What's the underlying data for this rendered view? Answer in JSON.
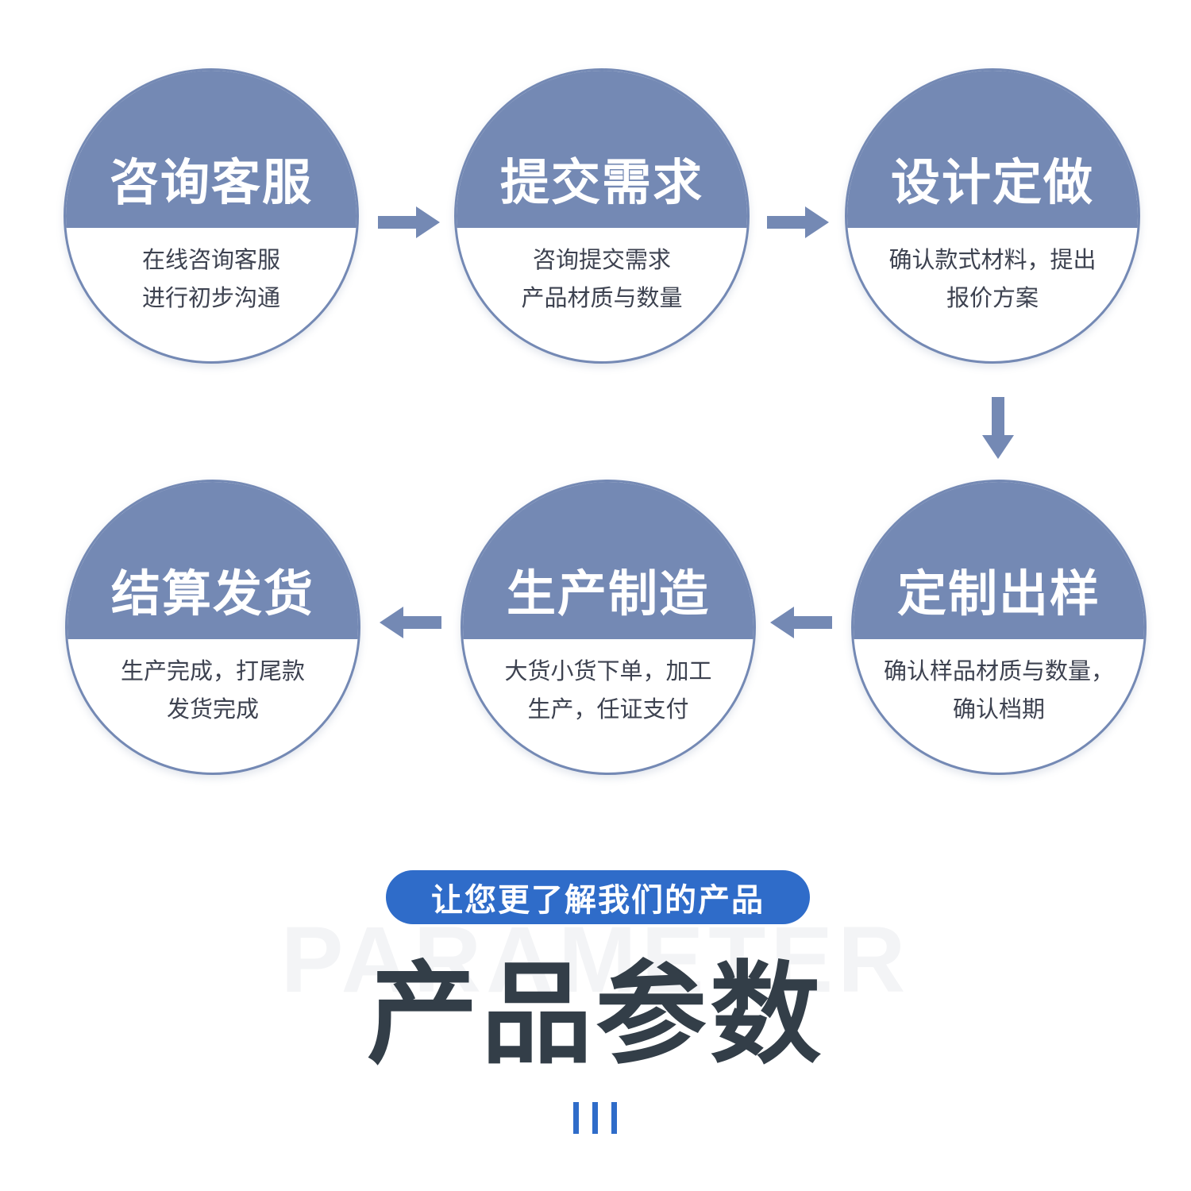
{
  "steps": [
    {
      "title": "咨询客服",
      "lines": [
        "在线咨询客服",
        "进行初步沟通"
      ]
    },
    {
      "title": "提交需求",
      "lines": [
        "咨询提交需求",
        "产品材质与数量"
      ]
    },
    {
      "title": "设计定做",
      "lines": [
        "确认款式材料，提出",
        "报价方案"
      ]
    },
    {
      "title": "定制出样",
      "lines": [
        "确认样品材质与数量，",
        "确认档期"
      ]
    },
    {
      "title": "生产制造",
      "lines": [
        "大货小货下单，加工",
        "生产，任证支付"
      ]
    },
    {
      "title": "结算发货",
      "lines": [
        "生产完成，打尾款",
        "发货完成"
      ]
    }
  ],
  "footer": {
    "badge": "让您更了解我们的产品",
    "watermark": "PARAMETER",
    "title": "产品参数"
  },
  "colors": {
    "circle_header": "#7489b4",
    "arrow": "#7489b4",
    "badge": "#2f6cc9",
    "title_text": "#333e48"
  },
  "icons": {
    "arrow_right": "arrow-right-icon",
    "arrow_left": "arrow-left-icon",
    "arrow_down": "arrow-down-icon",
    "bars": "bars-decoration-icon"
  }
}
